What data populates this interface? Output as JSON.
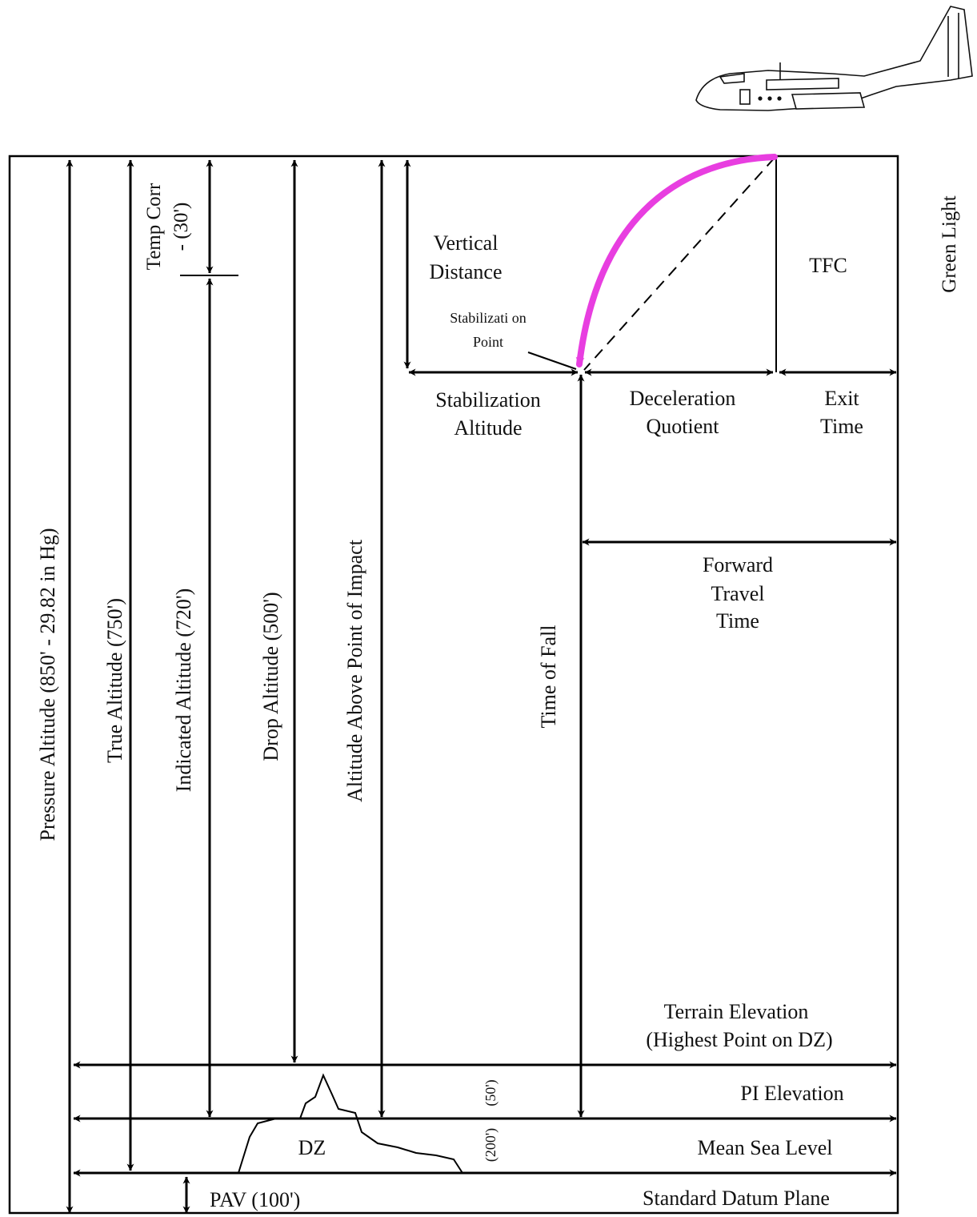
{
  "side_label": "Green Light",
  "vertical_labels": {
    "pressure_altitude": "Pressure Altitude (850' - 29.82 in Hg)",
    "true_altitude": "True Altitude (750')",
    "temp_corr_line1": "Temp Corr",
    "temp_corr_line2": "- (30')",
    "indicated_altitude": "Indicated Altitude (720')",
    "drop_altitude": "Drop Altitude (500')",
    "altitude_above_pi": "Altitude Above Point of Impact",
    "time_of_fall": "Time of Fall",
    "small_50": "(50')",
    "small_200": "(200')"
  },
  "labels": {
    "vertical_distance_1": "Vertical",
    "vertical_distance_2": "Distance",
    "stabilization_point_1": "Stabilizati on",
    "stabilization_point_2": "Point",
    "tfc": "TFC",
    "stabilization_altitude_1": "Stabilization",
    "stabilization_altitude_2": "Altitude",
    "deceleration_quotient_1": "Deceleration",
    "deceleration_quotient_2": "Quotient",
    "exit_time_1": "Exit",
    "exit_time_2": "Time",
    "forward_travel_time_1": "Forward",
    "forward_travel_time_2": "Travel",
    "forward_travel_time_3": "Time",
    "terrain_elevation_1": "Terrain Elevation",
    "terrain_elevation_2": "(Highest Point on DZ)",
    "pi_elevation": "PI Elevation",
    "dz": "DZ",
    "mean_sea_level": "Mean Sea Level",
    "pav": "PAV (100')",
    "standard_datum_plane": "Standard Datum Plane"
  },
  "colors": {
    "trajectory": "#e83ee0",
    "line": "#000000",
    "background": "#ffffff"
  },
  "icons": {
    "aircraft": "c130-aircraft-icon"
  }
}
